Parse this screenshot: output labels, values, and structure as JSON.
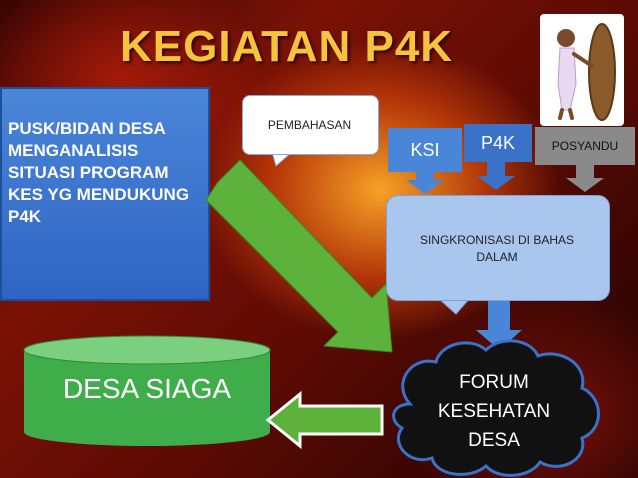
{
  "slide": {
    "title": "KEGIATAN P4K",
    "colors": {
      "title": "#f3c43c",
      "blue_box": "#4a86d8",
      "light_blue": "#a8c6ee",
      "green_arrow": "#5cb23a",
      "grey": "#8a8a8a",
      "desa_siaga": "#3fae4a"
    }
  },
  "pusk_box": {
    "lines": [
      "PUSK/BIDAN DESA",
      "MENGANALISIS",
      "SITUASI PROGRAM",
      "KES YG MENDUKUNG",
      "P4K"
    ]
  },
  "callout": {
    "label": "PEMBAHASAN"
  },
  "inputs": {
    "ksi": "KSI",
    "p4k": "P4K",
    "posyandu": "POSYANDU"
  },
  "sync": {
    "lines": [
      "SINGKRONISASI DI BAHAS",
      "DALAM"
    ]
  },
  "desa_siaga": {
    "label": "DESA SIAGA"
  },
  "forum": {
    "lines": [
      "FORUM",
      "KESEHATAN",
      "DESA"
    ]
  },
  "icons": [
    "person-with-board-icon"
  ]
}
